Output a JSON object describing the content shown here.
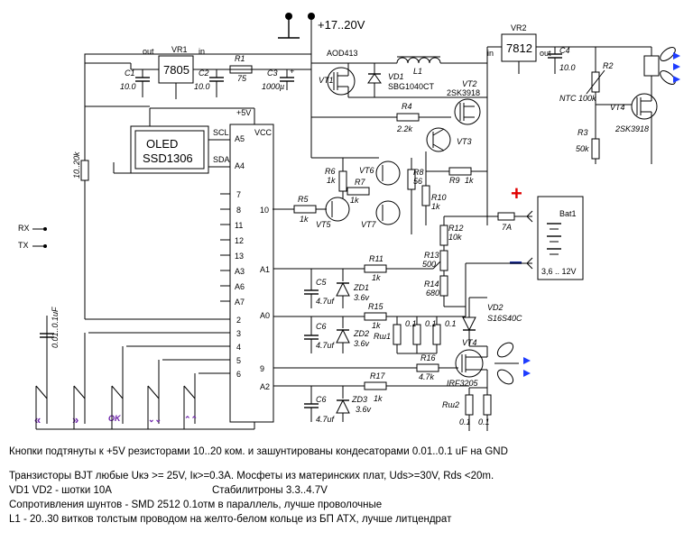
{
  "supply": {
    "vin": "+17..20V",
    "v5": "+5V",
    "vcc": "VCC",
    "out": "out",
    "in": "in"
  },
  "regulators": {
    "vr1": "VR1",
    "vr1_part": "7805",
    "vr2": "VR2",
    "vr2_part": "7812"
  },
  "caps": {
    "c1": "C1",
    "c1v": "10.0",
    "c2": "C2",
    "c2v": "10.0",
    "c3": "C3",
    "c3v": "1000µ",
    "c4": "C4",
    "c4v": "10.0",
    "c5": "C5",
    "c5v": "4.7uf",
    "c6a": "C6",
    "c6av": "4.7uf",
    "c6b": "C6",
    "c6bv": "4.7uf",
    "cbtn": "0.01..0.1uF"
  },
  "resistors": {
    "r1": "R1",
    "r1v": "75",
    "r2": "R2",
    "r2v": "NTC 100k",
    "r3": "R3",
    "r3v": "50k",
    "r4": "R4",
    "r4v": "2.2k",
    "r5": "R5",
    "r5v": "1k",
    "r6": "R6",
    "r6v": "1k",
    "r7": "R7",
    "r7v": "1k",
    "r8": "R8",
    "r8v": "56",
    "r9": "R9",
    "r9v": "1k",
    "r10": "R10",
    "r10v": "1k",
    "r11": "R11",
    "r11v": "1k",
    "r12": "R12",
    "r12v": "10k",
    "r13": "R13",
    "r13v": "500",
    "r14": "R14",
    "r14v": "680",
    "r15": "R15",
    "r15v": "1k",
    "r16": "R16",
    "r16v": "4.7k",
    "r17": "R17",
    "r17v": "1k",
    "rpull": "10..20k",
    "rsh1": "Rш1",
    "rsh2": "Rш2",
    "sh": "0.1"
  },
  "semis": {
    "vt1": "VT1",
    "vt1_part": "AOD413",
    "vd1": "VD1",
    "vd1_part": "SBG1040CT",
    "vt2": "VT2",
    "vt2_part": "2SK3918",
    "vt3": "VT3",
    "vt4a": "VT4",
    "vt4a_part": "2SK3918",
    "vt4b": "VT4",
    "vt4b_part": "IRF3205",
    "vt5": "VT5",
    "vt6": "VT6",
    "vt7": "VT7",
    "vd2": "VD2",
    "vd2_part": "S16S40C",
    "zd1": "ZD1",
    "zd1v": "3.6v",
    "zd2": "ZD2",
    "zd2v": "3.6v",
    "zd3": "ZD3",
    "zd3v": "3.6v",
    "l1": "L1"
  },
  "oled": {
    "line1": "OLED",
    "line2": "SSD1306",
    "scl": "SCL",
    "sda": "SDA"
  },
  "mcu_pins": {
    "a5": "A5",
    "a4": "A4",
    "p7": "7",
    "p8": "8",
    "p11": "11",
    "p12": "12",
    "p13": "13",
    "a3": "A3",
    "a6": "A6",
    "a7": "A7",
    "p2": "2",
    "p3": "3",
    "p4": "4",
    "p5": "5",
    "p6": "6",
    "p10": "10",
    "a1": "A1",
    "a0": "A0",
    "p9": "9",
    "a2": "A2"
  },
  "io": {
    "rx": "RX",
    "tx": "TX"
  },
  "battery": {
    "name": "Bat1",
    "range": "3,6 .. 12V",
    "fuse": "7A",
    "plus": "+",
    "minus": "−"
  },
  "buttons": {
    "b1": "«",
    "b2": "»",
    "b3": "OK",
    "b4": "⌄⌄",
    "b5": "⌃⌃"
  },
  "notes": {
    "n1": "Кнопки подтянуты к +5V резисторами 10..20 ком. и зашунтированы кондесаторами 0.01..0.1 uF на GND",
    "n2": "Транзисторы BJT любые Uкэ >= 25V, Iк>=0.3A. Мосфеты из материнских плат, Uds>=30V, Rds <20m.",
    "n3a": "VD1 VD2 - шотки 10A",
    "n3b": "Стабилитроны 3.3..4.7V",
    "n4": "Сопротивления шунтов - SMD 2512 0.1отм в параллель, лучше проволочные",
    "n5": "L1 - 20..30 витков толстым проводом на желто-белом кольце из БП ATX, лучше литцендрат"
  },
  "colors": {
    "plus_color": "#e00000",
    "minus_color": "#1a2fa0",
    "arrow_color": "#1e3cff",
    "btn_glyph": "#6a1fa8"
  }
}
